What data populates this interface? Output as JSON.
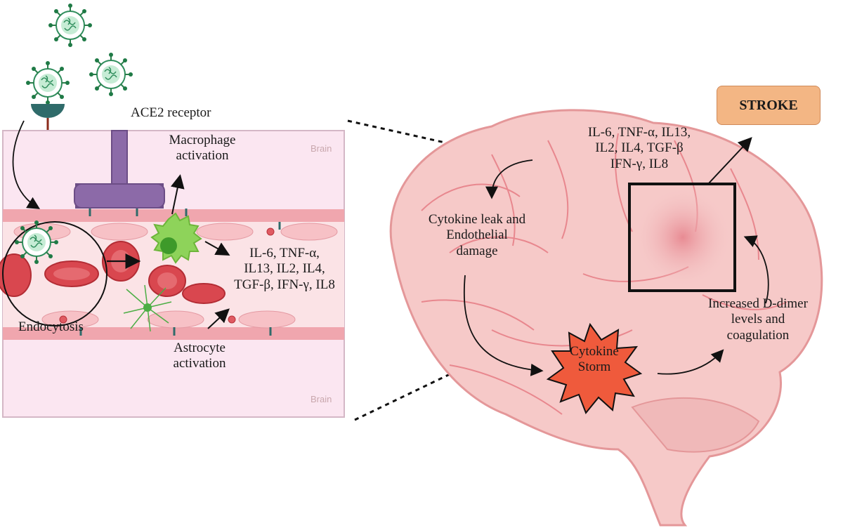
{
  "labels": {
    "ace2": "ACE2 receptor",
    "macrophage": [
      "Macrophage",
      "activation"
    ],
    "cytokines_vessel": [
      "IL-6, TNF-α,",
      "IL13, IL2, IL4,",
      "TGF-β, IFN-γ, IL8"
    ],
    "endocytosis": "Endocytosis",
    "astrocyte": [
      "Astrocyte",
      "activation"
    ],
    "brain_top": "Brain",
    "brain_bottom": "Brain",
    "cytokines_brain": [
      "IL-6, TNF-α, IL13,",
      "IL2, IL4, TGF-β",
      "IFN-γ, IL8"
    ],
    "stroke": "STROKE",
    "cytokine_leak": [
      "Cytokine leak and",
      "Endothelial",
      "damage"
    ],
    "cytokine_storm": [
      "Cytokine",
      "Storm"
    ],
    "ddimer": [
      "Increased D-dimer",
      "levels and",
      "coagulation"
    ]
  },
  "colors": {
    "virus": "#3a9c6a",
    "virus_spike": "#1f7a46",
    "receptor": "#8c6aa8",
    "vessel": "#f2b8bf",
    "rbc": "#d9474f",
    "macrophage": "#8ed35a",
    "stroke_box": "#f3b684",
    "storm": "#ef5a3c",
    "brain": "#f6c9c8"
  }
}
